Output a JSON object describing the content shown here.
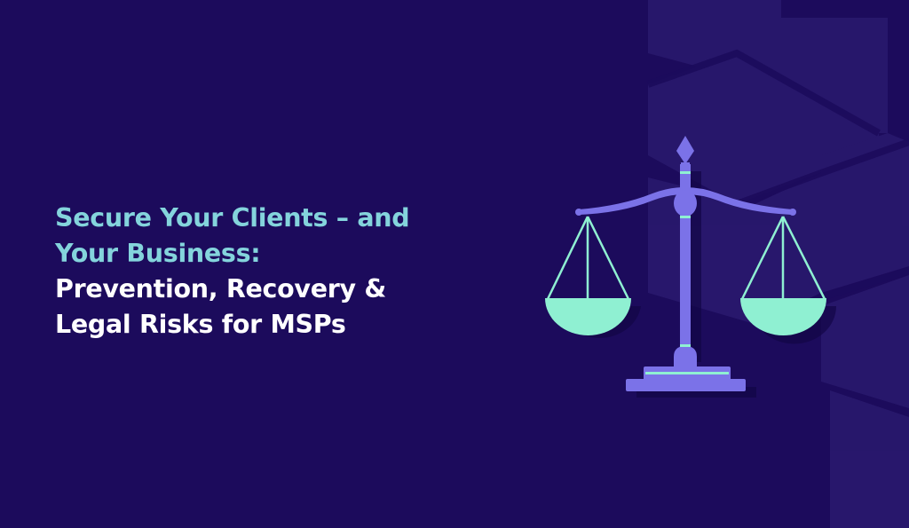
{
  "headline": {
    "lines": [
      {
        "text": "Secure Your Clients – and",
        "style": "accent"
      },
      {
        "text": "Your Business:",
        "style": "accent"
      },
      {
        "text": "Prevention, Recovery &",
        "style": "white"
      },
      {
        "text": "Legal Risks for MSPs",
        "style": "white"
      }
    ]
  },
  "illustration": {
    "icon": "scales-of-justice-icon"
  },
  "colors": {
    "background": "#1c0b5c",
    "pattern": "#2a1a6e",
    "accent_text": "#84d4dc",
    "scale_body": "#7b72e8",
    "scale_pans": "#8ff0d2"
  }
}
